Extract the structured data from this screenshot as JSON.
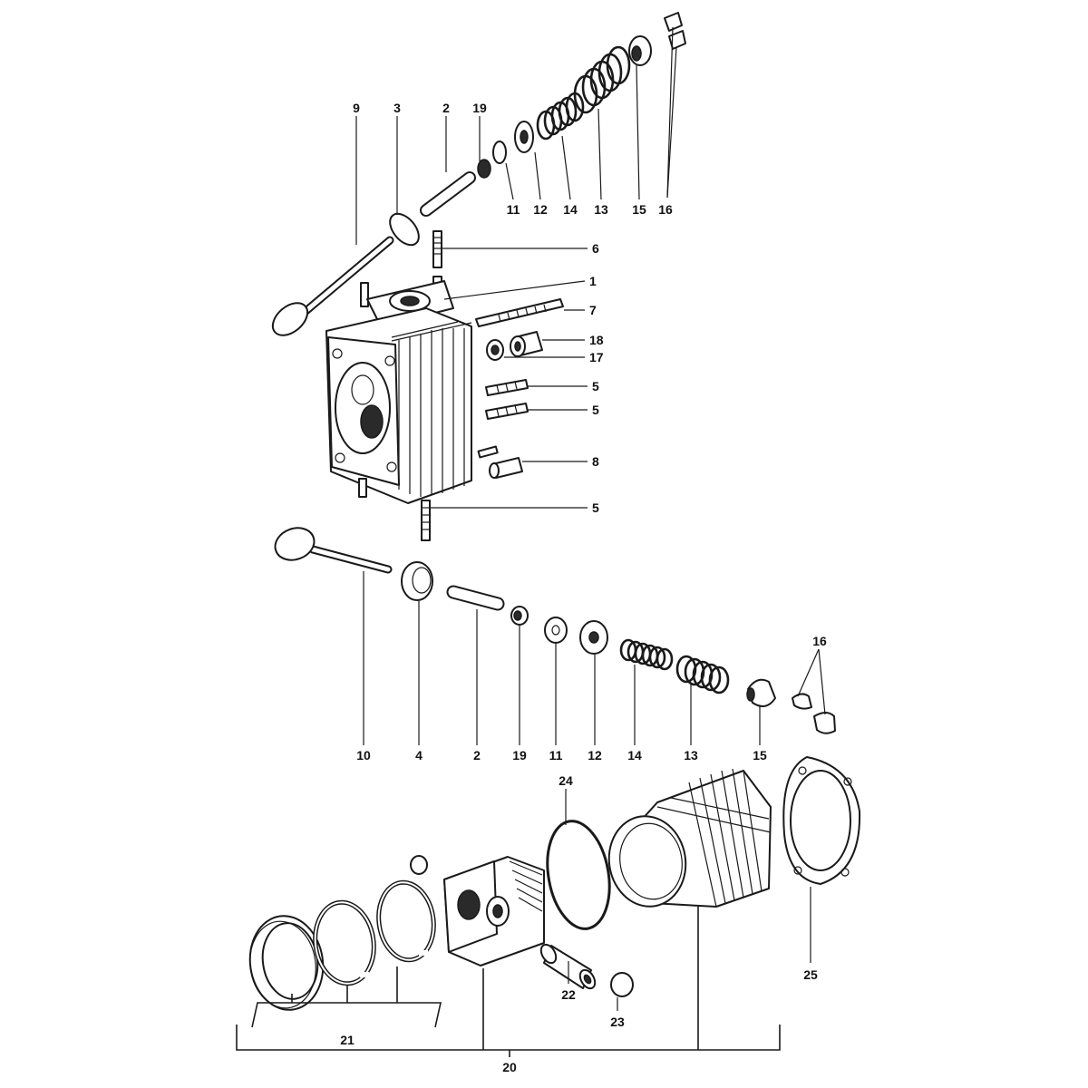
{
  "diagram": {
    "labels": {
      "l1": "1",
      "l2a": "2",
      "l2b": "2",
      "l3": "3",
      "l4": "4",
      "l5a": "5",
      "l5b": "5",
      "l5c": "5",
      "l6": "6",
      "l7": "7",
      "l8": "8",
      "l9": "9",
      "l10": "10",
      "l11a": "11",
      "l11b": "11",
      "l12a": "12",
      "l12b": "12",
      "l13a": "13",
      "l13b": "13",
      "l14a": "14",
      "l14b": "14",
      "l15a": "15",
      "l15b": "15",
      "l16a": "16",
      "l16b": "16",
      "l17": "17",
      "l18": "18",
      "l19a": "19",
      "l19b": "19",
      "l20": "20",
      "l21": "21",
      "l22": "22",
      "l23": "23",
      "l24": "24",
      "l25": "25"
    }
  }
}
